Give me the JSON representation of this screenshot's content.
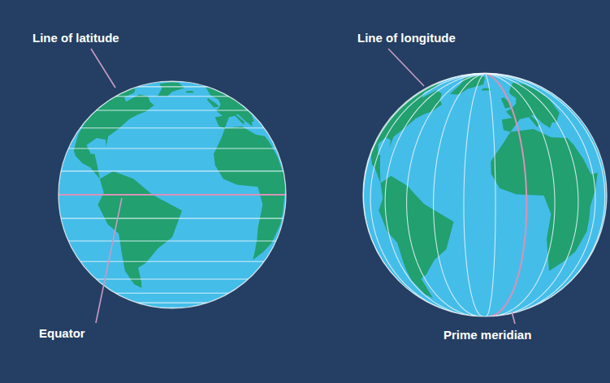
{
  "diagram": {
    "labels": [
      "Line of latitude",
      "Equator",
      "Line of longitude",
      "Prime meridian"
    ]
  }
}
